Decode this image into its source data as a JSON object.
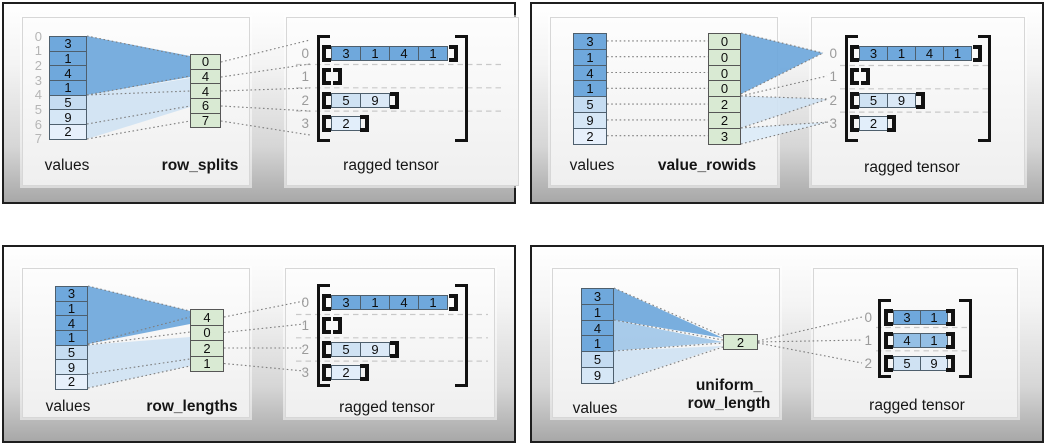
{
  "colors": {
    "dark_blue": "#6fa8dc",
    "mid_blue": "#9fc5e8",
    "light_blue": "#cfe2f3",
    "green": "#d9ead3"
  },
  "quadrants": {
    "q1": {
      "method_label": "row_splits",
      "values_label": "values",
      "ragged_label": "ragged tensor",
      "boundary_indices": [
        "0",
        "1",
        "2",
        "3",
        "4",
        "5",
        "6",
        "7"
      ],
      "values": [
        "3",
        "1",
        "4",
        "1",
        "5",
        "9",
        "2"
      ],
      "method_values": [
        "0",
        "4",
        "4",
        "6",
        "7"
      ],
      "row_labels": [
        "0",
        "1",
        "2",
        "3"
      ],
      "rows": {
        "r0": [
          "3",
          "1",
          "4",
          "1"
        ],
        "r1": [],
        "r2": [
          "5",
          "9"
        ],
        "r3": [
          "2"
        ]
      }
    },
    "q2": {
      "method_label": "value_rowids",
      "values_label": "values",
      "ragged_label": "ragged tensor",
      "values": [
        "3",
        "1",
        "4",
        "1",
        "5",
        "9",
        "2"
      ],
      "method_values": [
        "0",
        "0",
        "0",
        "0",
        "2",
        "2",
        "3"
      ],
      "row_labels": [
        "0",
        "1",
        "2",
        "3"
      ],
      "rows": {
        "r0": [
          "3",
          "1",
          "4",
          "1"
        ],
        "r1": [],
        "r2": [
          "5",
          "9"
        ],
        "r3": [
          "2"
        ]
      }
    },
    "q3": {
      "method_label": "row_lengths",
      "values_label": "values",
      "ragged_label": "ragged tensor",
      "values": [
        "3",
        "1",
        "4",
        "1",
        "5",
        "9",
        "2"
      ],
      "method_values": [
        "4",
        "0",
        "2",
        "1"
      ],
      "row_labels": [
        "0",
        "1",
        "2",
        "3"
      ],
      "rows": {
        "r0": [
          "3",
          "1",
          "4",
          "1"
        ],
        "r1": [],
        "r2": [
          "5",
          "9"
        ],
        "r3": [
          "2"
        ]
      }
    },
    "q4": {
      "method_label_line1": "uniform_",
      "method_label_line2": "row_length",
      "values_label": "values",
      "ragged_label": "ragged tensor",
      "values": [
        "3",
        "1",
        "4",
        "1",
        "5",
        "9"
      ],
      "method_values": [
        "2"
      ],
      "row_labels": [
        "0",
        "1",
        "2"
      ],
      "rows": {
        "r0": [
          "3",
          "1"
        ],
        "r1": [
          "4",
          "1"
        ],
        "r2": [
          "5",
          "9"
        ]
      }
    }
  }
}
